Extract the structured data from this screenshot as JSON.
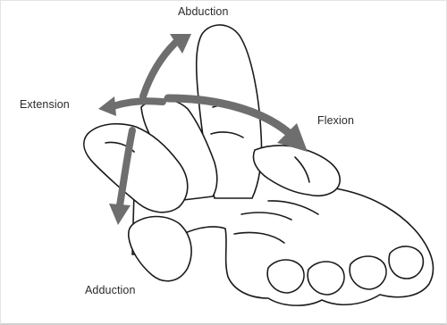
{
  "figure": {
    "labels": {
      "abduction": "Abduction",
      "extension": "Extension",
      "flexion": "Flexion",
      "adduction": "Adduction"
    },
    "colors": {
      "line": "#1a1a1a",
      "arrow": "#6e6e6e",
      "text": "#2a2a2a",
      "background": "#ffffff"
    }
  }
}
